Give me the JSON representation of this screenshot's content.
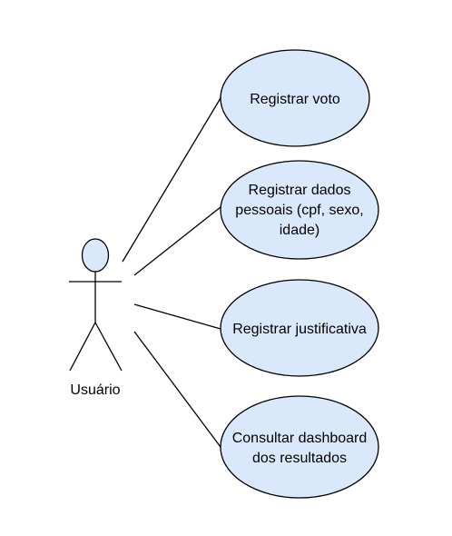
{
  "diagram": {
    "type": "use-case",
    "colors": {
      "ellipse_fill": "#dae8fc",
      "stroke": "#000000",
      "text": "#000000",
      "background": "#ffffff"
    },
    "actor": {
      "label": "Usuário",
      "icon": "stick-figure-icon"
    },
    "use_cases": [
      {
        "id": "registrar-voto",
        "lines": [
          "Registrar voto"
        ]
      },
      {
        "id": "registrar-dados-pessoais",
        "lines": [
          "Registrar dados",
          "pessoais (cpf, sexo,",
          "idade)"
        ]
      },
      {
        "id": "registrar-justificativa",
        "lines": [
          "Registrar justificativa"
        ]
      },
      {
        "id": "consultar-dashboard",
        "lines": [
          "Consultar dashboard",
          "dos resultados"
        ]
      }
    ]
  }
}
